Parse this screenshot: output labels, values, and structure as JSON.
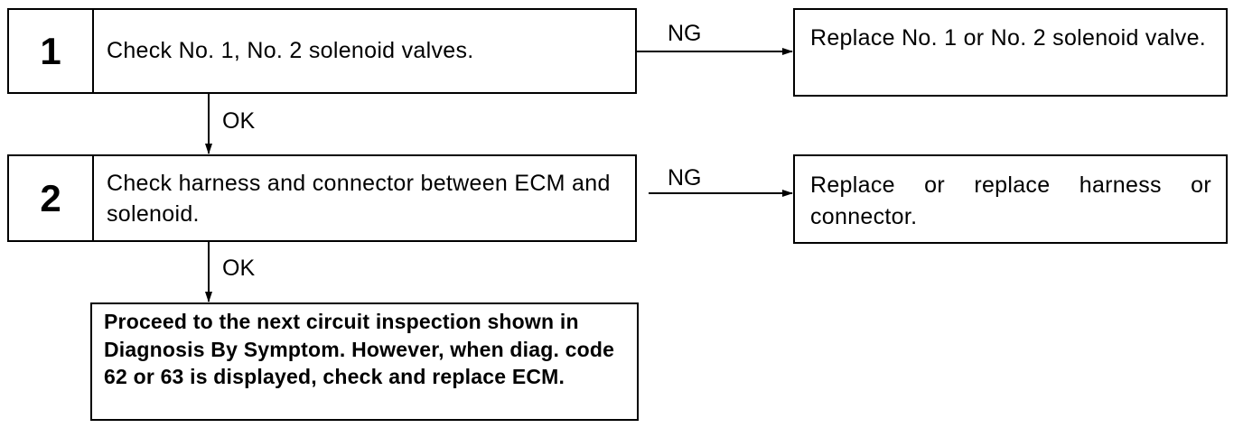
{
  "steps": [
    {
      "number": "1",
      "text": "Check No. 1, No. 2 solenoid valves."
    },
    {
      "number": "2",
      "text": "Check harness and connector between ECM and solenoid."
    }
  ],
  "ng_results": [
    {
      "label": "NG",
      "text": "Replace No. 1 or No. 2 solenoid valve."
    },
    {
      "label": "NG",
      "text": "Replace or replace harness or connector."
    }
  ],
  "ok_labels": [
    "OK",
    "OK"
  ],
  "final": {
    "text": "Proceed to the next circuit inspection shown in Diagnosis By Symptom. However, when diag. code 62 or 63 is displayed, check and replace ECM."
  }
}
